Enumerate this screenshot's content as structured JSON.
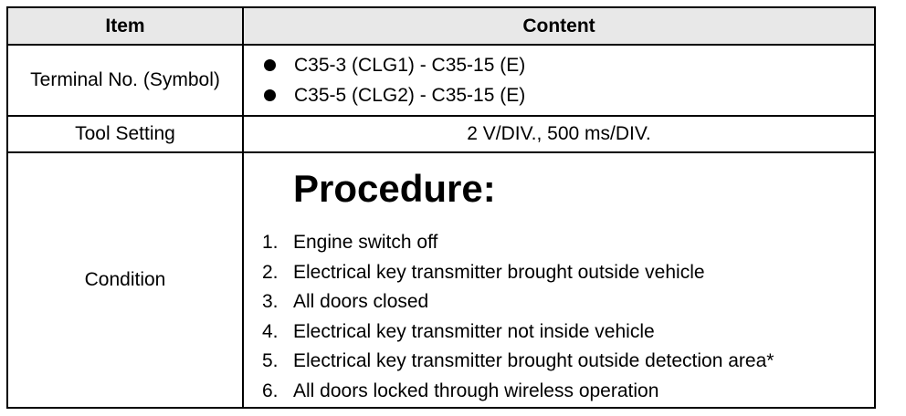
{
  "table": {
    "headers": {
      "item": "Item",
      "content": "Content"
    },
    "terminal": {
      "label": "Terminal No. (Symbol)",
      "values": [
        "C35-3 (CLG1) - C35-15 (E)",
        "C35-5 (CLG2) - C35-15 (E)"
      ]
    },
    "tool": {
      "label": "Tool Setting",
      "value": "2 V/DIV., 500 ms/DIV."
    },
    "condition": {
      "label": "Condition",
      "title": "Procedure:",
      "steps": [
        {
          "num": "1.",
          "text": "Engine switch off"
        },
        {
          "num": "2.",
          "text": "Electrical key transmitter brought outside vehicle"
        },
        {
          "num": "3.",
          "text": "All doors closed"
        },
        {
          "num": "4.",
          "text": "Electrical key transmitter not inside vehicle"
        },
        {
          "num": "5.",
          "text": "Electrical key transmitter brought outside detection area*"
        },
        {
          "num": "6.",
          "text": "All doors locked through wireless operation"
        }
      ]
    }
  }
}
